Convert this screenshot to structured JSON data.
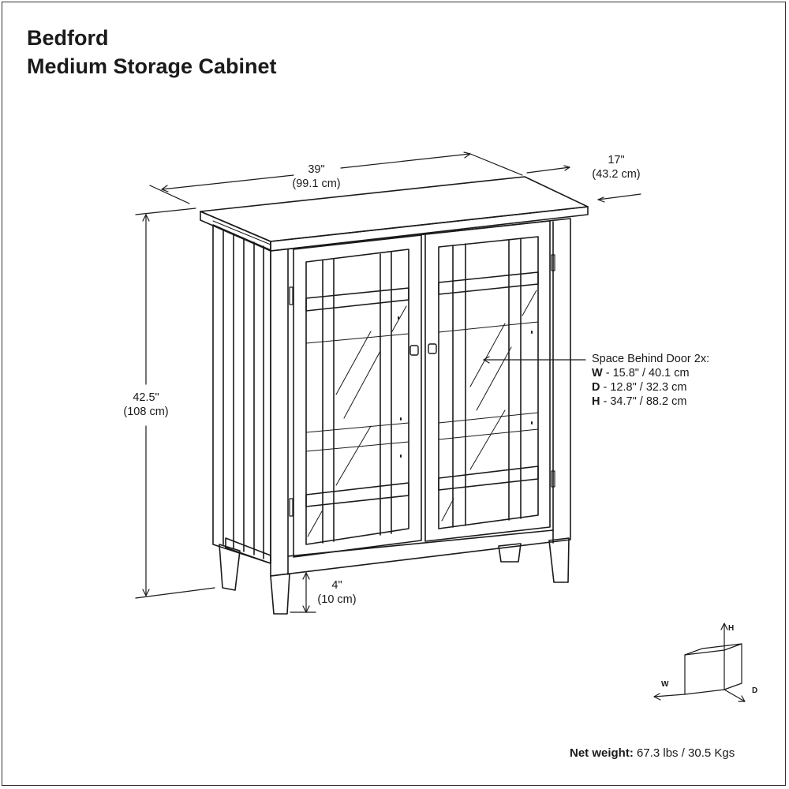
{
  "title": {
    "line1": "Bedford",
    "line2": "Medium Storage Cabinet"
  },
  "dimensions": {
    "width": {
      "imperial": "39\"",
      "metric": "(99.1 cm)"
    },
    "depth": {
      "imperial": "17\"",
      "metric": "(43.2 cm)"
    },
    "height": {
      "imperial": "42.5\"",
      "metric": "(108 cm)"
    },
    "leg": {
      "imperial": "4\"",
      "metric": "(10 cm)"
    }
  },
  "space_behind_door": {
    "heading": "Space Behind Door 2x:",
    "rows": [
      {
        "key": "W",
        "value": " - 15.8\" / 40.1 cm"
      },
      {
        "key": "D",
        "value": " - 12.8\" / 32.3 cm"
      },
      {
        "key": "H",
        "value": " - 34.7\" / 88.2 cm"
      }
    ]
  },
  "axis_legend": {
    "h": "H",
    "w": "W",
    "d": "D"
  },
  "net_weight": {
    "label": "Net weight:",
    "value": " 67.3 lbs / 30.5 Kgs"
  },
  "colors": {
    "line": "#1a1a1a",
    "background": "#ffffff"
  }
}
